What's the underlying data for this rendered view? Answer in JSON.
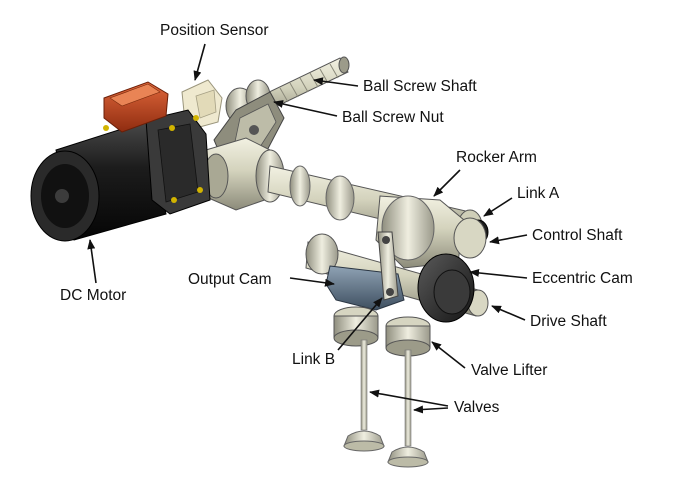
{
  "labels": {
    "position_sensor": "Position Sensor",
    "ball_screw_shaft": "Ball Screw Shaft",
    "ball_screw_nut": "Ball Screw Nut",
    "rocker_arm": "Rocker Arm",
    "link_a": "Link A",
    "control_shaft": "Control Shaft",
    "eccentric_cam": "Eccentric Cam",
    "drive_shaft": "Drive Shaft",
    "output_cam": "Output Cam",
    "dc_motor": "DC Motor",
    "link_b": "Link B",
    "valve_lifter": "Valve Lifter",
    "valves": "Valves"
  },
  "colors": {
    "motor_body": "#1a1a1a",
    "motor_connector": "#c8441e",
    "metal_light": "#d9d8c4",
    "metal_mid": "#b8b7a2",
    "metal_dark": "#6f6e62",
    "cam_dark": "#2e2e2e",
    "output_cam_blue": "#5d7083"
  }
}
